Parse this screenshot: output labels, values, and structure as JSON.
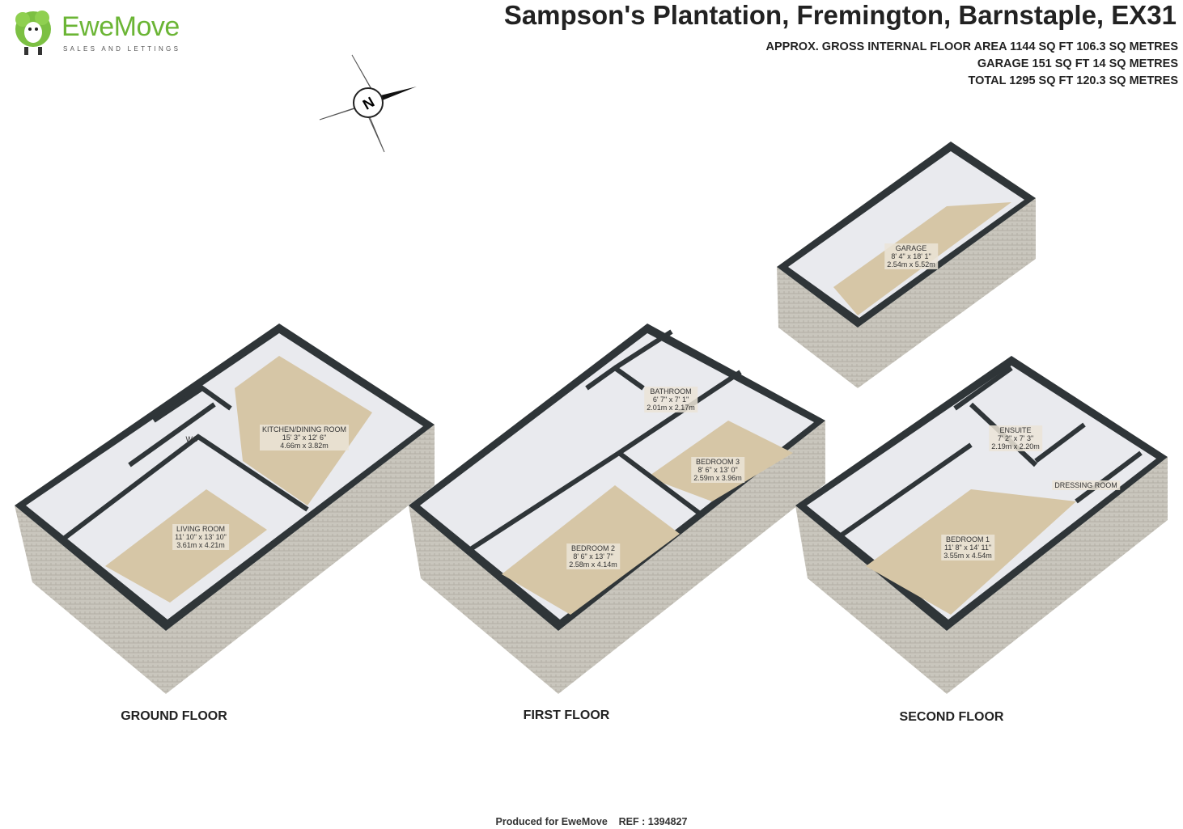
{
  "brand": {
    "name": "EweMove",
    "tagline": "SALES AND LETTINGS",
    "accent": "#6bb535"
  },
  "header": {
    "title": "Sampson's Plantation, Fremington, Barnstaple, EX31",
    "areas": [
      "APPROX. GROSS INTERNAL FLOOR AREA 1144 SQ FT 106.3 SQ METRES",
      "GARAGE 151 SQ FT 14 SQ METRES",
      "TOTAL 1295 SQ FT 120.3 SQ METRES"
    ]
  },
  "compass": {
    "label": "N"
  },
  "rooms": {
    "kitchen": {
      "name": "KITCHEN/DINING ROOM",
      "imperial": "15' 3\" x 12' 6\"",
      "metric": "4.66m x 3.82m"
    },
    "wc": {
      "name": "WC"
    },
    "living": {
      "name": "LIVING ROOM",
      "imperial": "11' 10\" x 13' 10\"",
      "metric": "3.61m x 4.21m"
    },
    "bathroom": {
      "name": "BATHROOM",
      "imperial": "6' 7\" x 7' 1\"",
      "metric": "2.01m x 2.17m"
    },
    "bedroom3": {
      "name": "BEDROOM 3",
      "imperial": "8' 6\" x 13' 0\"",
      "metric": "2.59m x 3.96m"
    },
    "bedroom2": {
      "name": "BEDROOM 2",
      "imperial": "8' 6\" x 13' 7\"",
      "metric": "2.58m x 4.14m"
    },
    "garage": {
      "name": "GARAGE",
      "imperial": "8' 4\" x 18' 1\"",
      "metric": "2.54m x 5.52m"
    },
    "ensuite": {
      "name": "ENSUITE",
      "imperial": "7' 2\" x 7' 3\"",
      "metric": "2.19m x 2.20m"
    },
    "dressing": {
      "name": "DRESSING ROOM"
    },
    "bedroom1": {
      "name": "BEDROOM 1",
      "imperial": "11' 8\" x 14' 11\"",
      "metric": "3.55m x 4.54m"
    }
  },
  "floors": {
    "ground": "GROUND FLOOR",
    "first": "FIRST FLOOR",
    "second": "SECOND FLOOR"
  },
  "footer": "Produced for EweMove    REF : 1394827"
}
